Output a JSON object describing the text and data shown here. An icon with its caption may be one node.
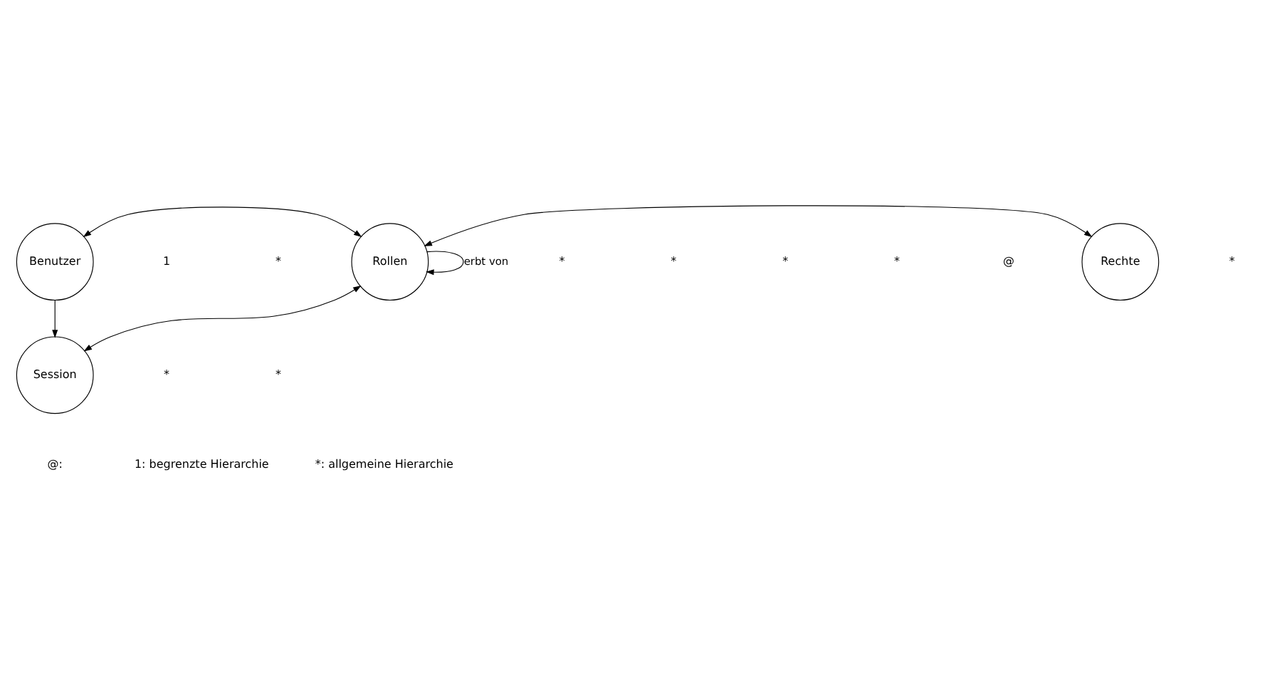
{
  "diagram": {
    "nodes": [
      {
        "text": [
          "Benutzer"
        ]
      },
      {
        "text": [
          "Rollen"
        ]
      },
      {
        "text": [
          "Rechte"
        ]
      },
      {
        "text": [
          "Session"
        ]
      }
    ],
    "edges": [
      {
        "from": 0,
        "to": 1,
        "arrow": "both"
      },
      {
        "from": 1,
        "to": 1,
        "arrow": "to",
        "label": "erbt von"
      },
      {
        "from": 1,
        "to": 2,
        "arrow": "both"
      },
      {
        "from": 0,
        "to": 3,
        "arrow": "to"
      },
      {
        "from": 3,
        "to": 1,
        "arrow": "both"
      }
    ],
    "labels": [
      "@",
      "*",
      "*",
      "*",
      "*",
      "*",
      "1",
      "*",
      "*",
      "*",
      "@:",
      "1: begrenzte Hierarchie",
      "*: allgemeine Hierarchie"
    ]
  }
}
